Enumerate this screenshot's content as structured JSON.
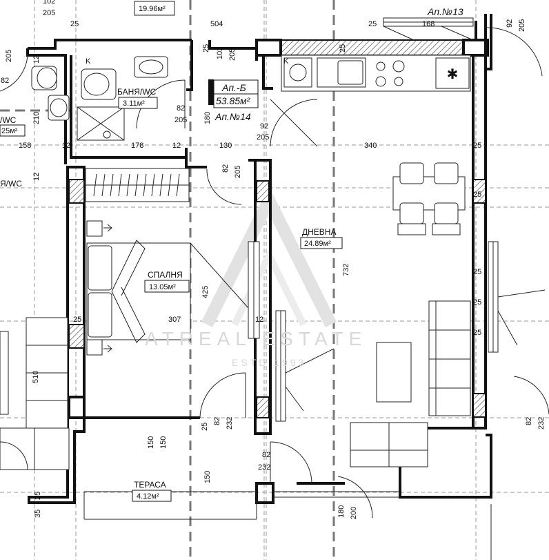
{
  "rooms": {
    "bathroom": {
      "name": "БАНЯ/WC",
      "area": "3.11м²"
    },
    "bedroom": {
      "name": "СПАЛНЯ",
      "area": "13.05м²"
    },
    "living": {
      "name": "ДНЕВНА",
      "area": "24.89м²"
    },
    "terrace": {
      "name": "ТЕРАСА",
      "area": "4.12м²"
    },
    "neighbor_top_area": "19.96м²",
    "neighbor_left_bath": "Я/WC",
    "neighbor_left_bath2": "/WC",
    "neighbor_left_area": "25м²"
  },
  "apartments": {
    "current_label": "Ап.-Б",
    "current_area": "53.85м²",
    "current_number": "Ап.№14",
    "top_right_number": "Ап.№13"
  },
  "dimensions": {
    "d_504": "504",
    "d_168": "168",
    "d_340": "340",
    "d_158": "158",
    "d_178": "178",
    "d_130": "130",
    "d_307": "307",
    "d_425": "425",
    "d_732": "732",
    "d_510": "510",
    "d_150a": "150",
    "d_150b": "150",
    "d_150c": "150",
    "d_35": "35",
    "d_82a": "82",
    "d_82b": "82",
    "d_82c": "82",
    "d_82d": "82",
    "d_82e": "82",
    "d_82f": "82",
    "d_205a": "205",
    "d_205b": "205",
    "d_205c": "205",
    "d_205d": "205",
    "d_205e": "205",
    "d_205f": "205",
    "d_205g": "205",
    "d_232a": "232",
    "d_232b": "232",
    "d_232c": "232",
    "d_92a": "92",
    "d_92b": "92",
    "d_102a": "102",
    "d_102b": "102",
    "d_25a": "25",
    "d_25b": "25",
    "d_25c": "25",
    "d_25d": "25",
    "d_25e": "25",
    "d_25f": "25",
    "d_25g": "25",
    "d_25h": "25",
    "d_25i": "25",
    "d_25j": "25",
    "d_25k": "25",
    "d_25l": "25",
    "d_12a": "12",
    "d_12b": "12",
    "d_12c": "12",
    "d_12d": "12",
    "d_12e": "12",
    "d_210": "210",
    "d_180a": "180",
    "d_180b": "180",
    "d_200": "200",
    "d_k1": "K",
    "d_k2": "K"
  },
  "watermark": {
    "brand": "ATREAL ESTATE",
    "est": "ESTD 1993"
  },
  "colors": {
    "line": "#111111",
    "axis": "#777777",
    "watermark": "#d8d8d8"
  }
}
